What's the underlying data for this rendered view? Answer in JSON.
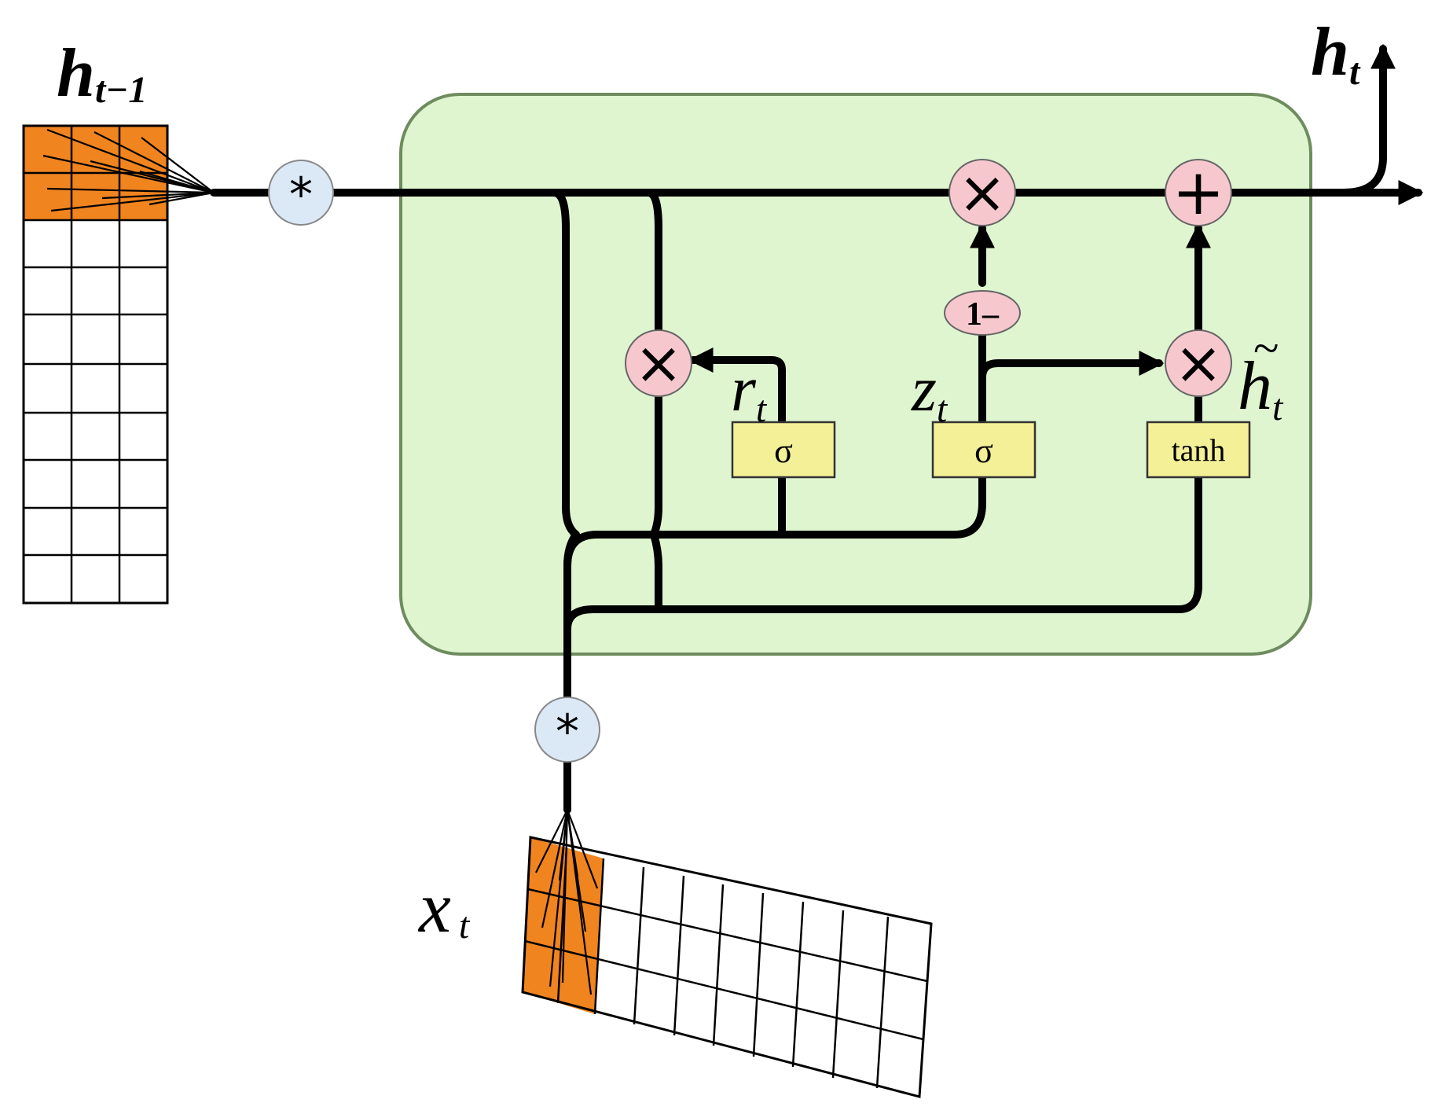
{
  "labels": {
    "h_prev": {
      "base": "h",
      "sub": "t−1"
    },
    "h_out": {
      "base": "h",
      "sub": "t"
    },
    "x_in": {
      "base": "x",
      "sub": "t"
    },
    "r": {
      "base": "r",
      "sub": "t"
    },
    "z": {
      "base": "z",
      "sub": "t"
    },
    "h_tilde": {
      "tilde": "~",
      "base": "h",
      "sub": "t"
    }
  },
  "gates": {
    "reset": "σ",
    "update": "σ",
    "candidate": "tanh"
  },
  "ops": {
    "multiply": "×",
    "add": "+",
    "conv": "*",
    "one_minus": "1–"
  },
  "colors": {
    "cell_bg": "#dff5d0",
    "cell_border": "#6e8c5e",
    "highlight": "#f0841f"
  }
}
